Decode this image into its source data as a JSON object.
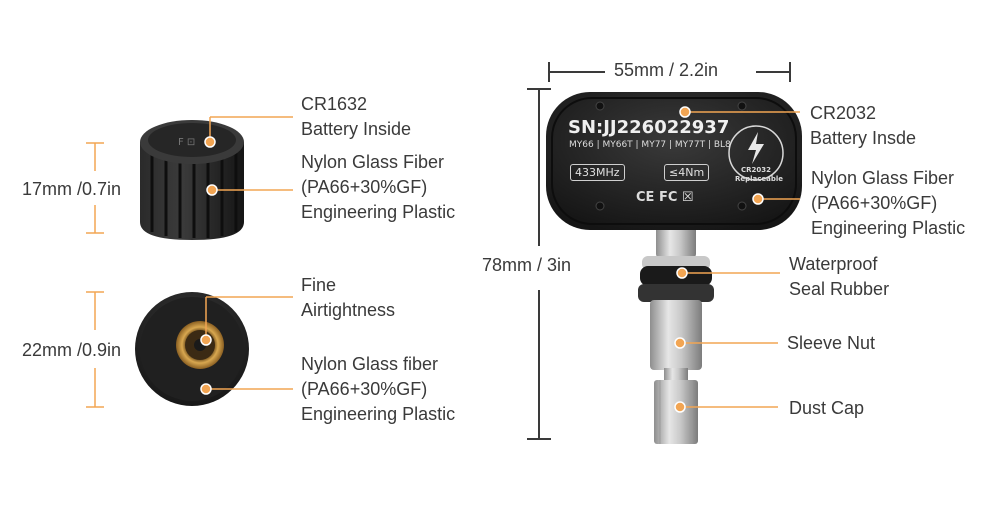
{
  "dimensions": {
    "left_height": "17mm /0.7in",
    "left_diameter": "22mm /0.9in",
    "main_width": "55mm / 2.2in",
    "main_height": "78mm / 3in"
  },
  "callouts": {
    "cr1632": [
      "CR1632",
      "Battery Inside"
    ],
    "nylon_top": [
      "Nylon Glass Fiber",
      "(PA66+30%GF)",
      "Engineering Plastic"
    ],
    "airtight": [
      "Fine",
      "Airtightness"
    ],
    "nylon_bottom": [
      "Nylon Glass fiber",
      "(PA66+30%GF)",
      "Engineering Plastic"
    ],
    "cr2032": [
      "CR2032",
      "Battery Insde"
    ],
    "nylon_right": [
      "Nylon Glass Fiber",
      "(PA66+30%GF)",
      "Engineering Plastic"
    ],
    "seal": [
      "Waterproof",
      "Seal Rubber"
    ],
    "sleeve": "Sleeve Nut",
    "dust": "Dust Cap"
  },
  "sensor": {
    "serial": "SN:JJ226022937",
    "models": "MY66 | MY66T | MY77 | MY77T | BL8",
    "frequency": "433MHz",
    "torque": "≤4Nm",
    "battery_badge_line1": "CR2032",
    "battery_badge_line2": "Replaceable",
    "certs": "CE FC ☒"
  },
  "colors": {
    "accent": "#f2a553",
    "body": "#1e1e1e",
    "text": "#3a3a3a"
  }
}
